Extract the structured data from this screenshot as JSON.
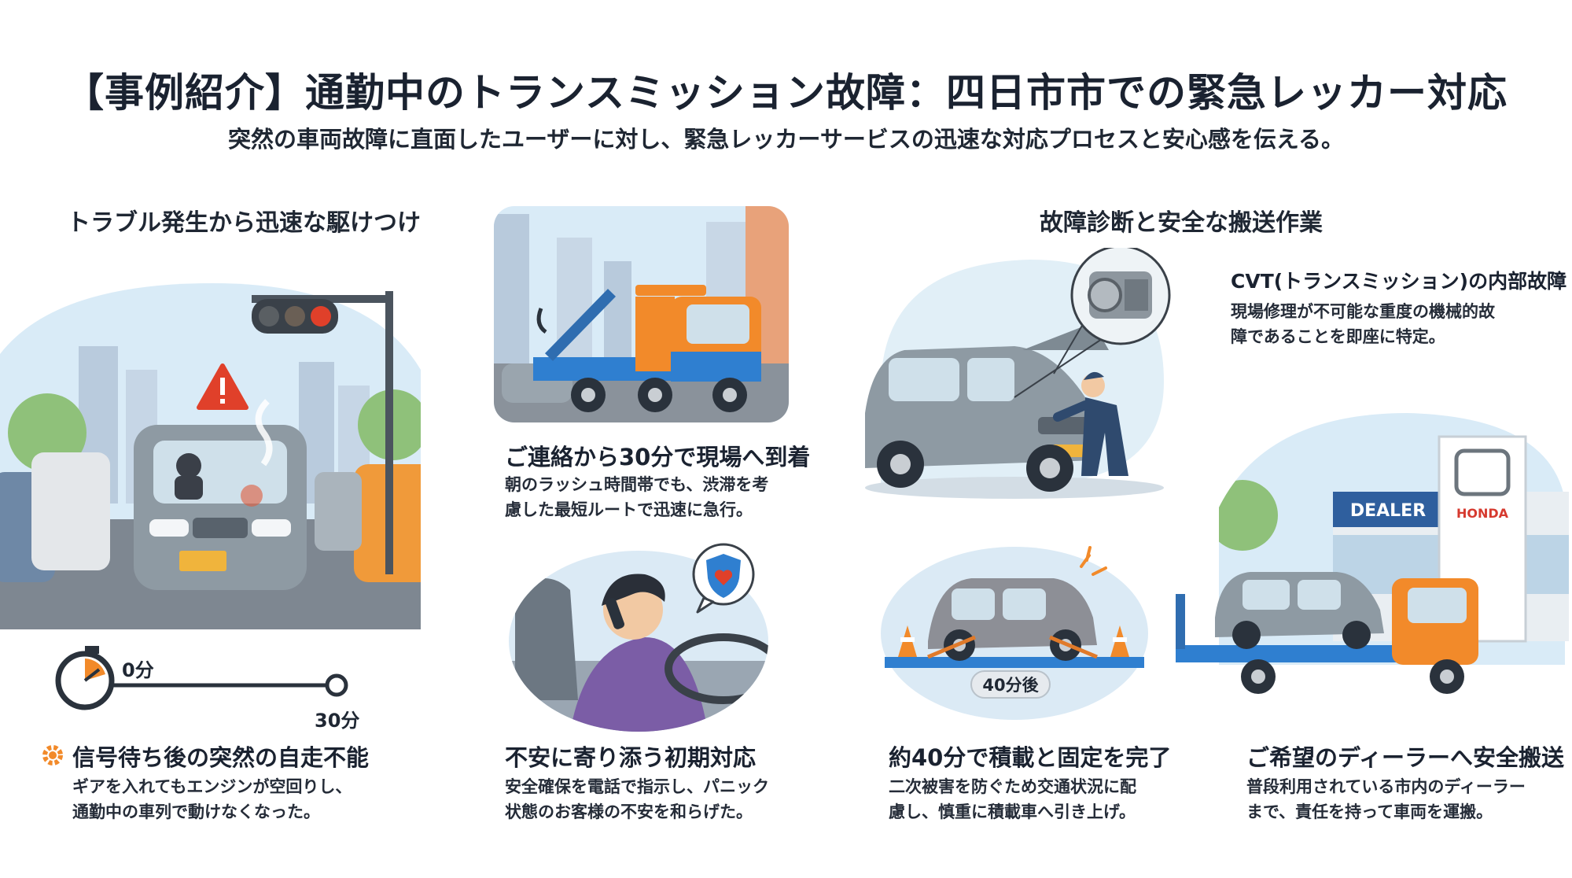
{
  "header": {
    "title": "【事例紹介】通勤中のトランスミッション故障：四日市市での緊急レッカー対応",
    "subtitle": "突然の車両故障に直面したユーザーに対し、緊急レッカーサービスの迅速な対応プロセスと安心感を伝える。"
  },
  "sections": {
    "left": {
      "heading": "トラブル発生から迅速な駆けつけ"
    },
    "right": {
      "heading": "故障診断と安全な搬送作業"
    }
  },
  "timeline": {
    "start": "0分",
    "end": "30分"
  },
  "badge": {
    "elapsed": "40分後"
  },
  "signs": {
    "dealer": "DEALER",
    "brand": "HONDA"
  },
  "steps": [
    {
      "title": "信号待ち後の突然の自走不能",
      "body": [
        "ギアを入れてもエンジンが空回りし、",
        "通勤中の車列で動けなくなった。"
      ]
    },
    {
      "title": "ご連絡から30分で現場へ到着",
      "body": [
        "朝のラッシュ時間帯でも、渋滞を考",
        "慮した最短ルートで迅速に急行。"
      ]
    },
    {
      "title": "不安に寄り添う初期対応",
      "body": [
        "安全確保を電話で指示し、パニック",
        "状態のお客様の不安を和らげた。"
      ]
    },
    {
      "title": "CVT(トランスミッション)の内部故障",
      "body": [
        "現場修理が不可能な重度の機械的故",
        "障であることを即座に特定。"
      ]
    },
    {
      "title": "約40分で積載と固定を完了",
      "body": [
        "二次被害を防ぐため交通状況に配",
        "慮し、慎重に積載車へ引き上げ。"
      ]
    },
    {
      "title": "ご希望のディーラーへ安全搬送",
      "body": [
        "普段利用されている市内のディーラー",
        "まで、責任を持って車両を運搬。"
      ]
    }
  ],
  "colors": {
    "accent_orange": "#f28a2a",
    "truck_blue": "#2f7fd0",
    "sky": "#d6e9f6",
    "car_gray": "#8e9aa3",
    "warning_red": "#e0402a"
  }
}
